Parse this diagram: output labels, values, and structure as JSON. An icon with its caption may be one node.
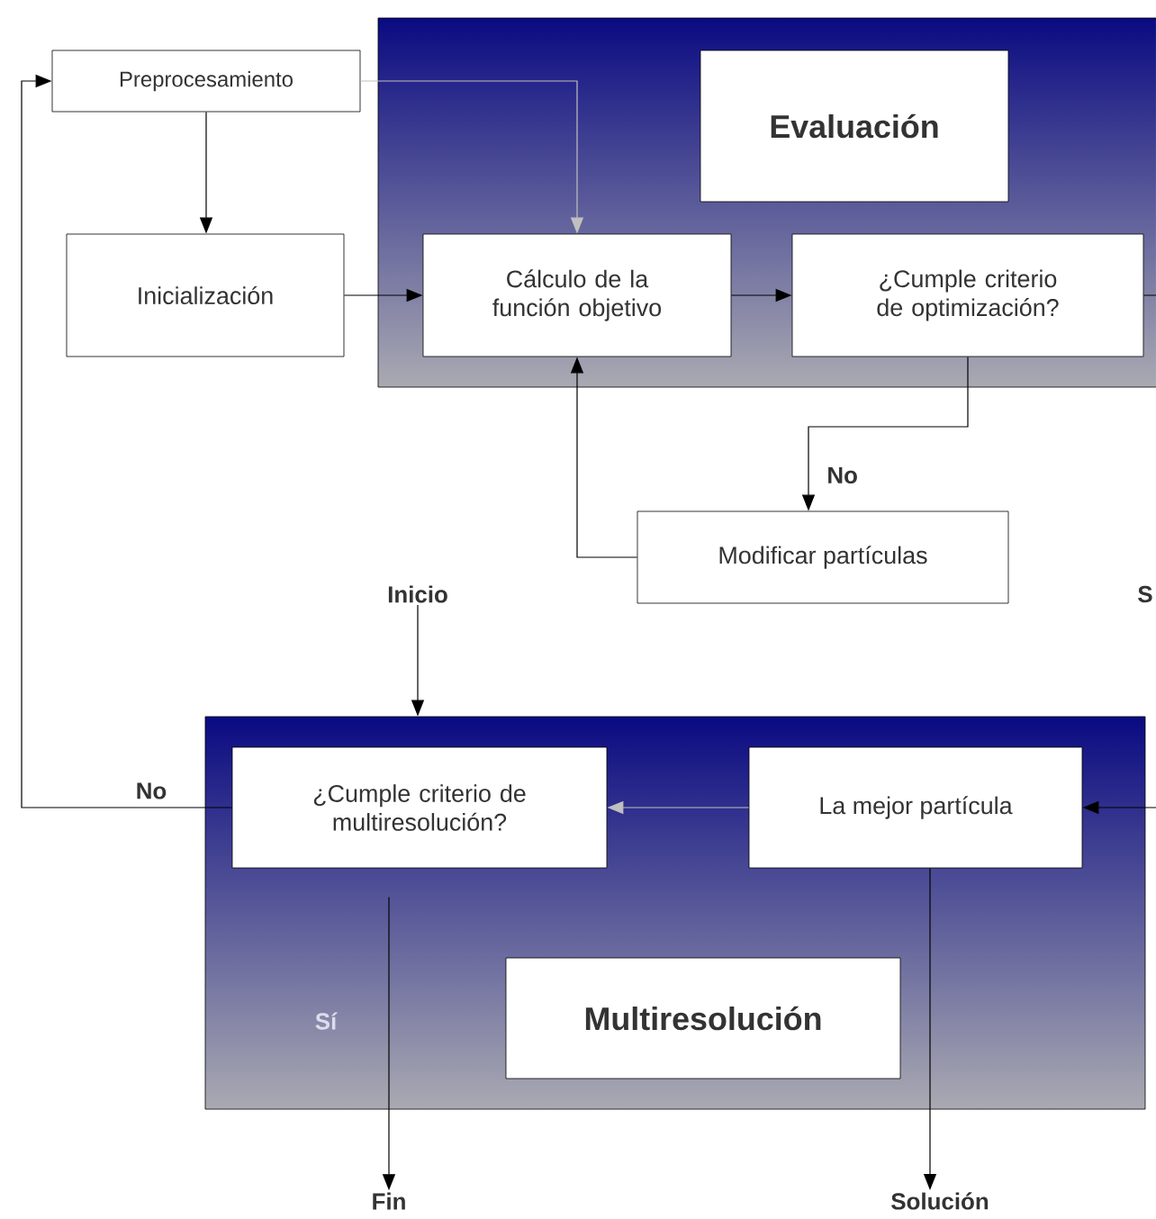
{
  "diagram": {
    "nodes": [
      {
        "text": [
          "Preprocesamiento"
        ]
      },
      {
        "text": [],
        "shape": "box"
      },
      {
        "text": [
          "Evaluación"
        ],
        "in": 1
      },
      {
        "text": [
          "Inicialización"
        ]
      },
      {
        "text": [
          "Cálculo de la función objetivo"
        ],
        "in": 1
      },
      {
        "text": [
          "¿Cumple criterio de optimización?"
        ],
        "in": 1
      },
      {
        "text": [
          "Modificar partículas"
        ]
      },
      {
        "text": [
          "Inicio"
        ]
      },
      {
        "text": [],
        "shape": "box"
      },
      {
        "text": [
          "¿Cumple criterio de multiresolución?"
        ],
        "in": 8
      },
      {
        "text": [
          "La mejor partícula"
        ],
        "in": 8
      },
      {
        "text": [
          "Multiresolución"
        ],
        "in": 8
      },
      {
        "text": [
          "Fin"
        ]
      },
      {
        "text": [
          "Solución"
        ]
      }
    ],
    "edges": [
      {
        "from": 0,
        "to": 3,
        "arrow": "to"
      },
      {
        "from": 0,
        "to": 4,
        "arrow": "to",
        "color": "#c0c0c0"
      },
      {
        "from": 3,
        "to": 4,
        "arrow": "to"
      },
      {
        "from": 4,
        "to": 5,
        "arrow": "to"
      },
      {
        "from": 5,
        "to": 6,
        "arrow": "to",
        "label": "No"
      },
      {
        "from": 6,
        "to": 4,
        "arrow": "to"
      },
      {
        "from": 5,
        "to": 10,
        "arrow": "to",
        "label": "S"
      },
      {
        "from": 7,
        "to": 8,
        "arrow": "to"
      },
      {
        "from": 10,
        "to": 9,
        "arrow": "to",
        "color": "#c0c0c0"
      },
      {
        "from": 9,
        "to": 0,
        "arrow": "to",
        "label": "No"
      },
      {
        "from": 9,
        "to": 12,
        "arrow": "to",
        "label": "Sí"
      },
      {
        "from": 10,
        "to": 13,
        "arrow": "to"
      }
    ]
  }
}
